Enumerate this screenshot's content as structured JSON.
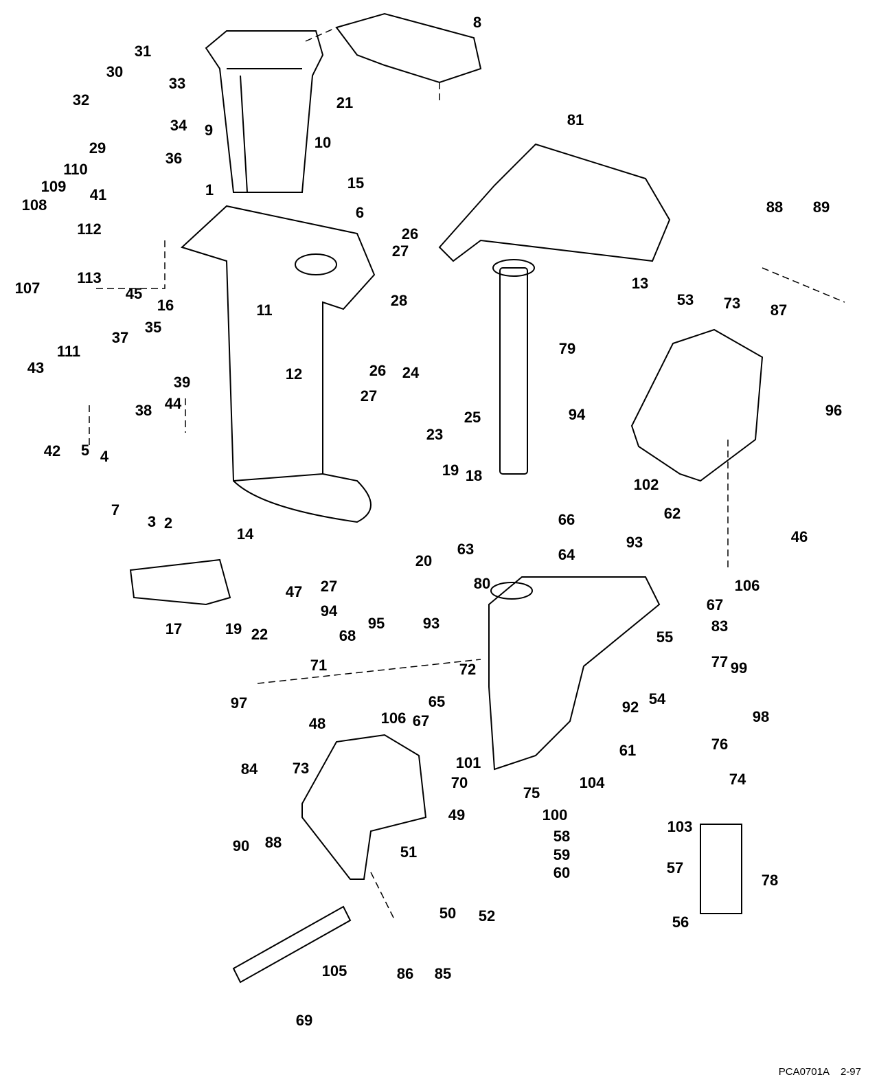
{
  "diagram": {
    "type": "exploded parts diagram",
    "line_color": "#000000",
    "background": "#ffffff",
    "callouts": [
      "8",
      "31",
      "30",
      "33",
      "32",
      "21",
      "34",
      "9",
      "29",
      "10",
      "36",
      "110",
      "109",
      "15",
      "41",
      "108",
      "1",
      "6",
      "112",
      "26",
      "27",
      "81",
      "89",
      "88",
      "13",
      "107",
      "113",
      "45",
      "16",
      "11",
      "28",
      "53",
      "73",
      "87",
      "111",
      "43",
      "37",
      "35",
      "39",
      "44",
      "38",
      "12",
      "26",
      "27",
      "79",
      "24",
      "25",
      "96",
      "94",
      "42",
      "5",
      "4",
      "23",
      "19",
      "18",
      "102",
      "46",
      "7",
      "3",
      "2",
      "14",
      "66",
      "62",
      "63",
      "20",
      "64",
      "93",
      "106",
      "80",
      "67",
      "27",
      "47",
      "83",
      "17",
      "19",
      "22",
      "94",
      "68",
      "95",
      "93",
      "55",
      "77",
      "99",
      "71",
      "72",
      "65",
      "92",
      "54",
      "98",
      "97",
      "106",
      "67",
      "48",
      "61",
      "76",
      "101",
      "104",
      "74",
      "84",
      "73",
      "70",
      "75",
      "100",
      "49",
      "103",
      "58",
      "59",
      "60",
      "90",
      "88",
      "51",
      "57",
      "78",
      "52",
      "50",
      "56",
      "105",
      "86",
      "85",
      "69"
    ]
  },
  "footer": {
    "code": "PCA0701A",
    "date": "2-97"
  }
}
